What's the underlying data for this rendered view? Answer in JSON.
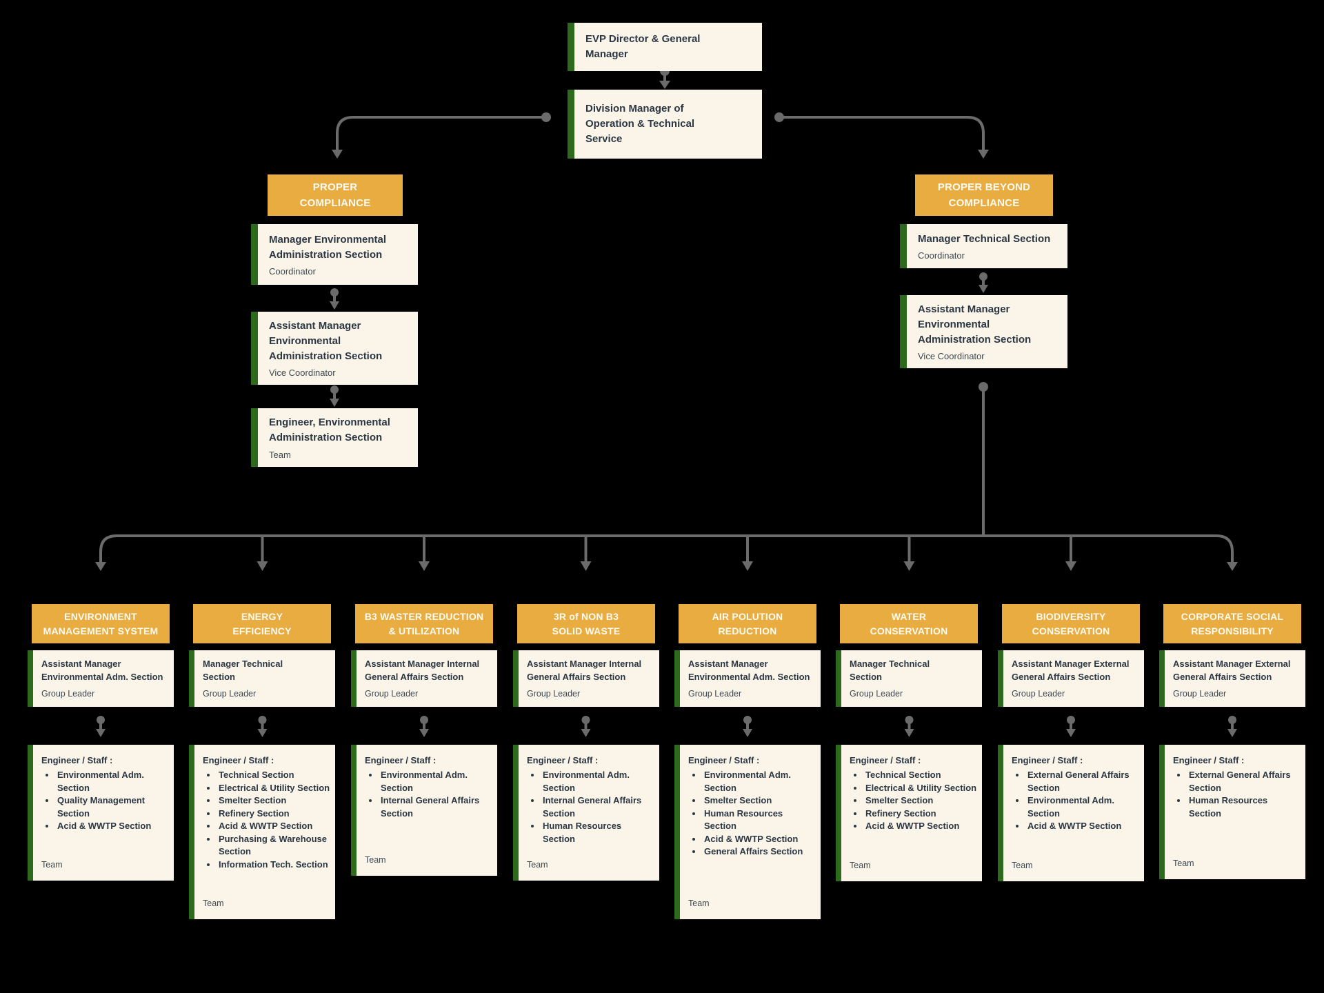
{
  "colors": {
    "background": "#000000",
    "card_background": "#FAF5E8",
    "accent_gold": "#E9AC41",
    "accent_green": "#2D6A1E",
    "text_dark": "#2C3744",
    "connector_gray": "#6B6B6B"
  },
  "top": {
    "evp": {
      "title": "EVP Director & General\nManager"
    },
    "division": {
      "title": "Division Manager of\nOperation & Technical\nService"
    }
  },
  "left_branch": {
    "header": "PROPER\nCOMPLIANCE",
    "nodes": [
      {
        "title": "Manager Environmental\nAdministration Section",
        "role": "Coordinator"
      },
      {
        "title": "Assistant Manager\nEnvironmental\nAdministration Section",
        "role": "Vice Coordinator"
      },
      {
        "title": "Engineer, Environmental\nAdministration Section",
        "role": "Team"
      }
    ]
  },
  "right_branch": {
    "header": "PROPER BEYOND\nCOMPLIANCE",
    "nodes": [
      {
        "title": "Manager Technical Section",
        "role": "Coordinator"
      },
      {
        "title": "Assistant Manager\nEnvironmental\nAdministration Section",
        "role": "Vice Coordinator"
      }
    ]
  },
  "programs": [
    {
      "header": "ENVIRONMENT\nMANAGEMENT SYSTEM",
      "leader": {
        "title": "Assistant Manager\nEnvironmental Adm. Section",
        "role": "Group Leader"
      },
      "staff": {
        "label": "Engineer / Staff :",
        "items": [
          "Environmental Adm. Section",
          "Quality Management Section",
          "Acid & WWTP Section"
        ],
        "team": "Team"
      }
    },
    {
      "header": "ENERGY\nEFFICIENCY",
      "leader": {
        "title": "Manager Technical\nSection",
        "role": "Group Leader"
      },
      "staff": {
        "label": "Engineer / Staff :",
        "items": [
          "Technical Section",
          "Electrical & Utility Section",
          "Smelter Section",
          "Refinery Section",
          "Acid & WWTP Section",
          "Purchasing & Warehouse Section",
          "Information Tech. Section"
        ],
        "team": "Team"
      }
    },
    {
      "header": "B3 WASTER REDUCTION\n& UTILIZATION",
      "leader": {
        "title": "Assistant Manager Internal\nGeneral Affairs Section",
        "role": "Group Leader"
      },
      "staff": {
        "label": "Engineer / Staff :",
        "items": [
          "Environmental Adm. Section",
          "Internal General Affairs Section"
        ],
        "team": "Team"
      }
    },
    {
      "header": "3R of NON B3\nSOLID WASTE",
      "leader": {
        "title": "Assistant Manager Internal\nGeneral Affairs Section",
        "role": "Group Leader"
      },
      "staff": {
        "label": "Engineer / Staff :",
        "items": [
          "Environmental Adm. Section",
          "Internal General Affairs Section",
          "Human Resources Section"
        ],
        "team": "Team"
      }
    },
    {
      "header": "AIR POLUTION\nREDUCTION",
      "leader": {
        "title": "Assistant Manager\nEnvironmental Adm. Section",
        "role": "Group Leader"
      },
      "staff": {
        "label": "Engineer / Staff :",
        "items": [
          "Environmental Adm. Section",
          "Smelter Section",
          "Human Resources Section",
          "Acid & WWTP Section",
          "General Affairs Section"
        ],
        "team": "Team"
      }
    },
    {
      "header": "WATER\nCONSERVATION",
      "leader": {
        "title": "Manager Technical\nSection",
        "role": "Group Leader"
      },
      "staff": {
        "label": "Engineer / Staff :",
        "items": [
          "Technical Section",
          "Electrical & Utility Section",
          "Smelter Section",
          "Refinery Section",
          "Acid & WWTP Section"
        ],
        "team": "Team"
      }
    },
    {
      "header": "BIODIVERSITY\nCONSERVATION",
      "leader": {
        "title": "Assistant Manager External\nGeneral Affairs Section",
        "role": "Group Leader"
      },
      "staff": {
        "label": "Engineer / Staff :",
        "items": [
          "External General Affairs Section",
          "Environmental Adm. Section",
          "Acid & WWTP Section"
        ],
        "team": "Team"
      }
    },
    {
      "header": "CORPORATE SOCIAL\nRESPONSIBILITY",
      "leader": {
        "title": "Assistant Manager External\nGeneral Affairs Section",
        "role": "Group Leader"
      },
      "staff": {
        "label": "Engineer / Staff :",
        "items": [
          "External General Affairs Section",
          "Human Resources Section"
        ],
        "team": "Team"
      }
    }
  ]
}
